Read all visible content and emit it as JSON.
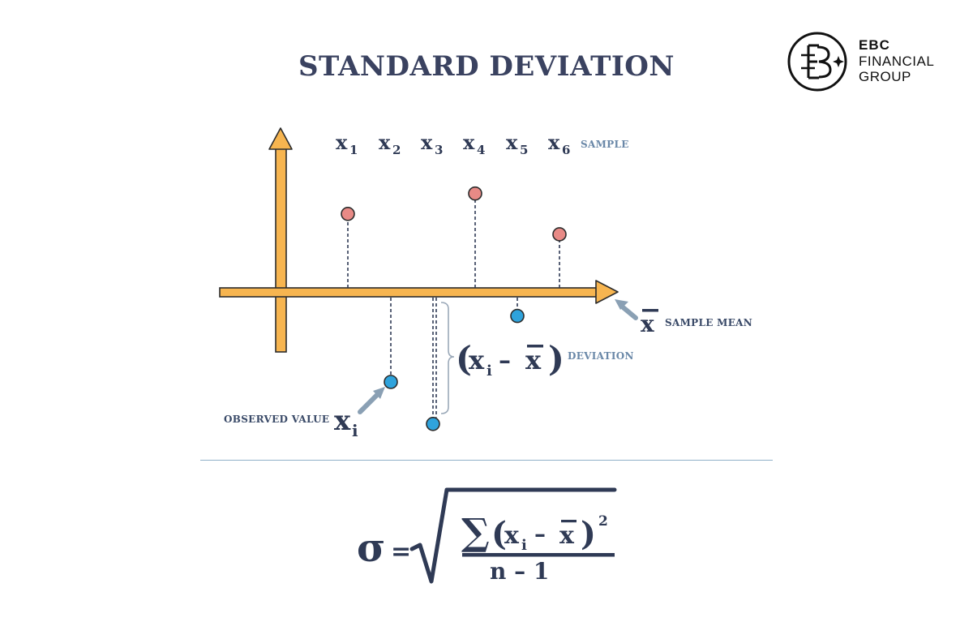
{
  "title": "STANDARD DEVIATION",
  "brand": {
    "name": "EBC",
    "line1": "FINANCIAL",
    "line2": "GROUP",
    "logo_icon": "ebc-monogram-logo"
  },
  "samples": {
    "labels": [
      "x",
      "x",
      "x",
      "x",
      "x",
      "x"
    ],
    "subscripts": [
      "1",
      "2",
      "3",
      "4",
      "5",
      "6"
    ],
    "caption": "SAMPLE",
    "deviations": [
      0.65,
      -0.75,
      -1.1,
      0.82,
      -0.2,
      0.48
    ]
  },
  "labels": {
    "sample_mean_symbol": "x",
    "sample_mean": "SAMPLE MEAN",
    "deviation_expr": "(xi – x)",
    "deviation_open": "(",
    "deviation_x": "x",
    "deviation_sub": "i",
    "deviation_minus": "–",
    "deviation_xbar": "x",
    "deviation_close": ")",
    "deviation": "DEVIATION",
    "observed_value": "OBSERVED VALUE",
    "observed_x": "x",
    "observed_sub": "i"
  },
  "formula": {
    "sigma": "σ",
    "equals": "=",
    "sum": "∑",
    "numerator_open": "(",
    "numerator_x": "x",
    "numerator_sub": "i",
    "numerator_minus": "–",
    "numerator_xbar": "x",
    "numerator_close": ")",
    "exponent": "2",
    "denominator": "n – 1"
  },
  "colors": {
    "axis": "#f7b550",
    "axis_outline": "#2c2c2c",
    "point_above": "#e88a86",
    "point_below": "#2fa3dc",
    "arrow": "#8aa0b4",
    "text_dark": "#2f3a55",
    "text_label": "#6a88a8"
  }
}
